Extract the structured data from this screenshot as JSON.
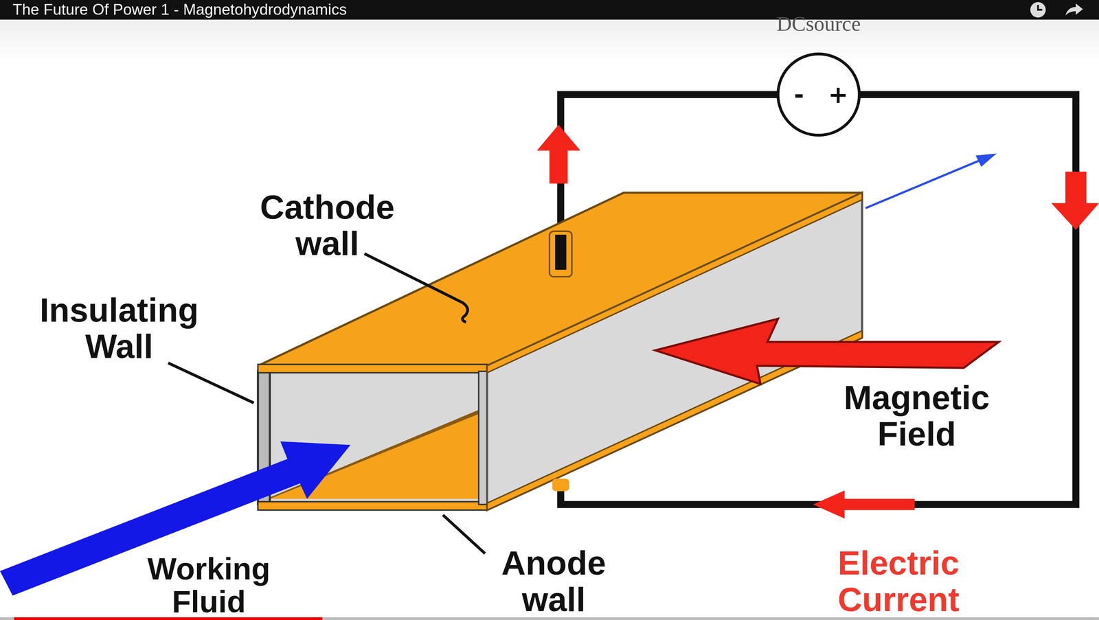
{
  "diagram": {
    "title": "The Future Of Power 1 - Magnetohydrodynamics",
    "nodes": [
      {
        "text": [
          "DCsource",
          "-",
          "+"
        ]
      }
    ],
    "labels": [
      "Cathode wall",
      "Insulating Wall",
      "Working Fluid",
      "Anode wall",
      "Magnetic Field",
      "Electric Current"
    ]
  }
}
